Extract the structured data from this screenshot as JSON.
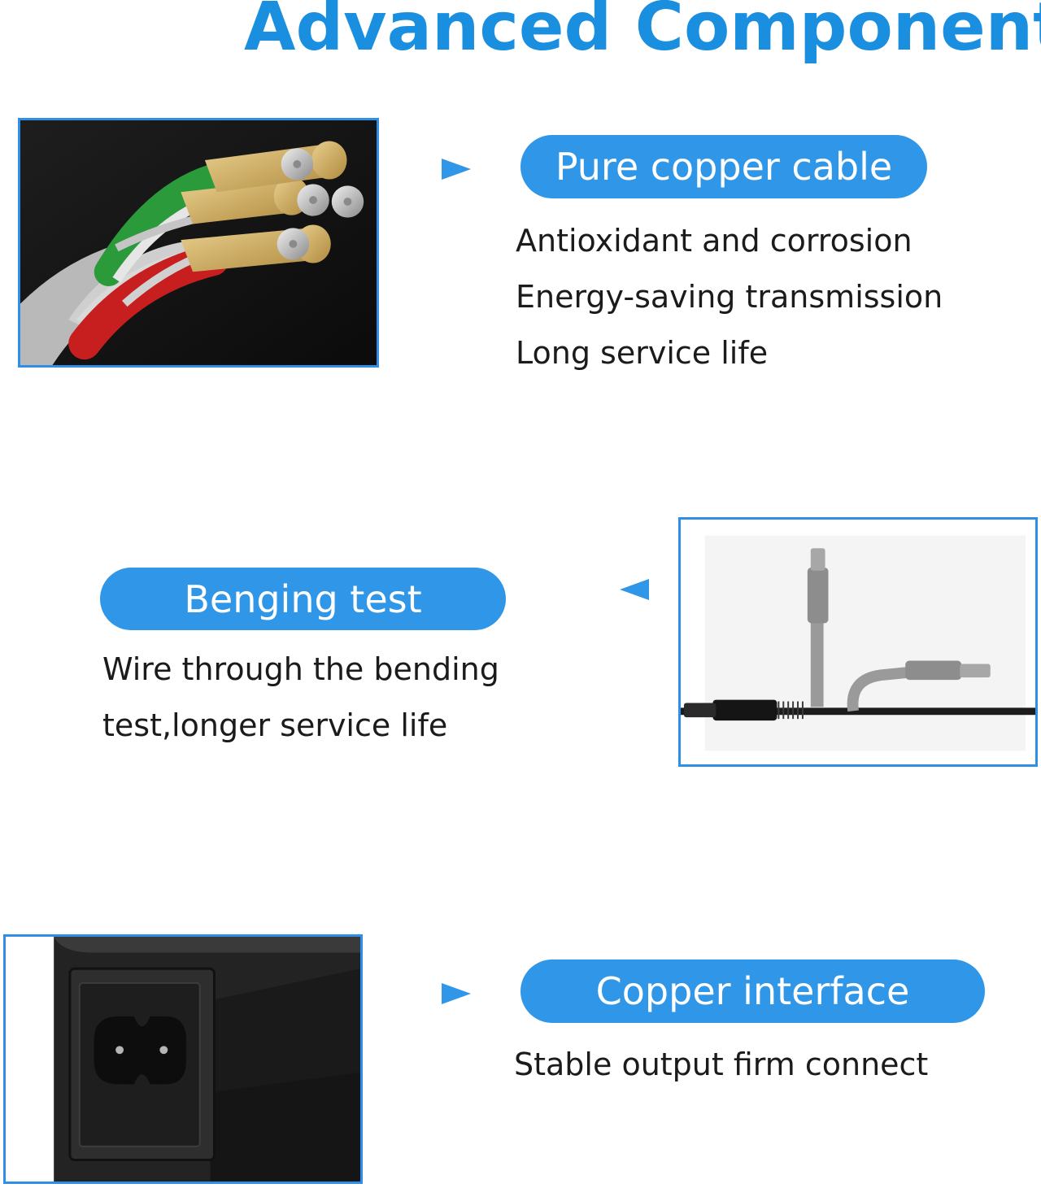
{
  "title": "Advanced Component",
  "colors": {
    "accent": "#2f96e8",
    "title": "#1a8fe0",
    "frame": "#2f8fe6"
  },
  "features": [
    {
      "heading": "Pure copper cable",
      "lines": [
        "Antioxidant and corrosion",
        "Energy-saving transmission",
        "Long service life"
      ],
      "image": "multicore-copper-cable-photo",
      "arrow": "right-triangle-icon"
    },
    {
      "heading": "Benging test",
      "lines": [
        "Wire through the bending",
        "test,longer service life"
      ],
      "image": "bent-dc-plug-cable-photo",
      "arrow": "left-triangle-icon"
    },
    {
      "heading": "Copper interface",
      "lines": [
        "Stable output firm connect"
      ],
      "image": "power-adapter-c8-socket-photo",
      "arrow": "right-triangle-icon"
    }
  ]
}
